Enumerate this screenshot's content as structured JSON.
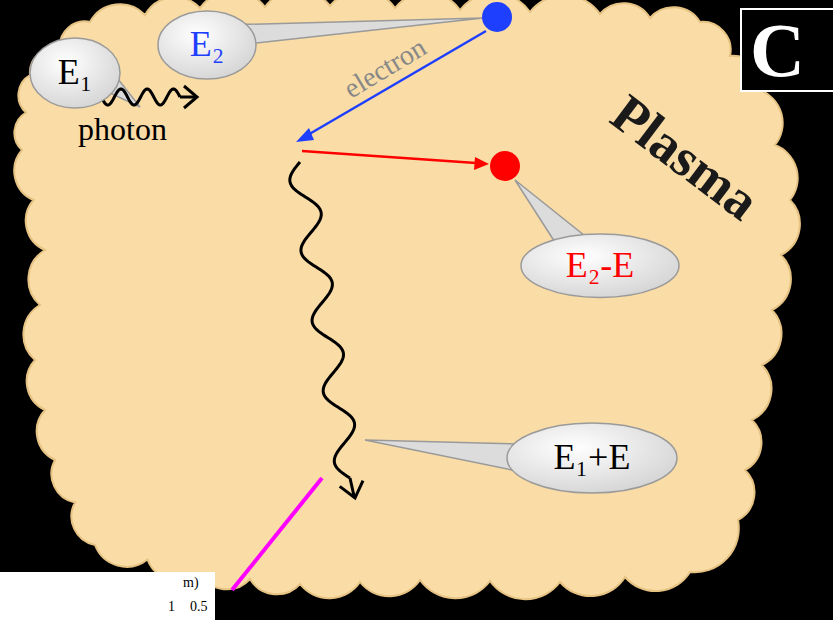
{
  "diagram": {
    "nodes": [
      {
        "text": [
          "Plasma"
        ]
      },
      {
        "text": [
          "E₁"
        ],
        "in": 0
      },
      {
        "text": [
          "E₂"
        ],
        "in": 0
      },
      {
        "text": [
          "E₂-E"
        ],
        "in": 0
      },
      {
        "text": [
          "E₁+E"
        ],
        "in": 0
      },
      {
        "text": [
          "C"
        ]
      }
    ],
    "labels": [
      "electron",
      "photon",
      "m)",
      "1",
      "0.5"
    ]
  }
}
